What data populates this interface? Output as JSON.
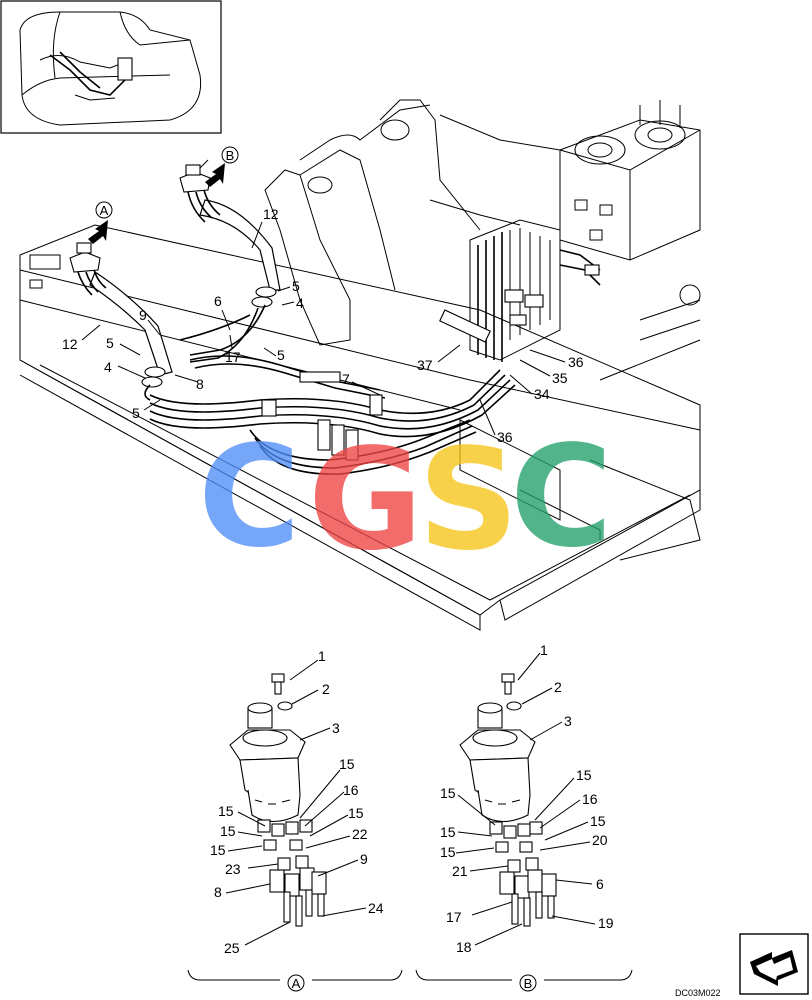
{
  "drawing_code": "DC03M022",
  "watermark": {
    "letters": [
      "C",
      "G",
      "S",
      "C"
    ],
    "colors": [
      "#4f8ef7",
      "#ef4444",
      "#f5c518",
      "#22a06b"
    ]
  },
  "view_markers": {
    "a": "A",
    "b": "B"
  },
  "main_callouts": {
    "c12_top": "12",
    "c5_a": "5",
    "c4_a": "4",
    "c6": "6",
    "c9": "9",
    "c12_left": "12",
    "c5_b": "5",
    "c17": "17",
    "c5_c": "5",
    "c4_b": "4",
    "c8": "8",
    "c5_d": "5",
    "c7": "7",
    "c37": "37",
    "c36_a": "36",
    "c35": "35",
    "c34": "34",
    "c36_b": "36"
  },
  "detail_a": {
    "label": "A",
    "callouts": {
      "c1": "1",
      "c2": "2",
      "c3": "3",
      "c15_r1": "15",
      "c16": "16",
      "c15_r2": "15",
      "c22": "22",
      "c15_l1": "15",
      "c15_l2": "15",
      "c15_l3": "15",
      "c23": "23",
      "c9": "9",
      "c8": "8",
      "c24": "24",
      "c25": "25"
    }
  },
  "detail_b": {
    "label": "B",
    "callouts": {
      "c1": "1",
      "c2": "2",
      "c3": "3",
      "c15_r1": "15",
      "c16": "16",
      "c15_r2": "15",
      "c20": "20",
      "c15_l1": "15",
      "c15_l2": "15",
      "c15_l3": "15",
      "c21": "21",
      "c6": "6",
      "c17": "17",
      "c19": "19",
      "c18": "18"
    }
  },
  "icons": {
    "thumbnail": "machine-thumbnail-icon",
    "nav": "next-page-arrow-icon"
  }
}
